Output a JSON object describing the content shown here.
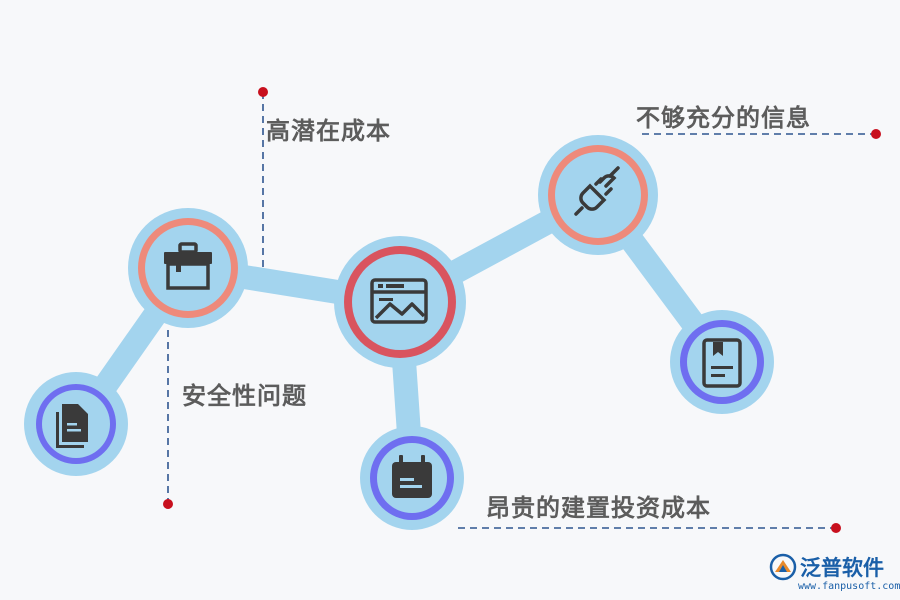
{
  "labels": {
    "high_potential_cost": "高潜在成本",
    "insufficient_info": "不够充分的信息",
    "safety_issue": "安全性问题",
    "expensive_build_cost": "昂贵的建置投资成本"
  },
  "logo": {
    "brand": "泛普软件",
    "url": "www.fanpusoft.com"
  },
  "colors": {
    "connector": "#a3d4ee",
    "ring_salmon": "#ee8a7b",
    "ring_red": "#d9545f",
    "ring_purple": "#6f6ef0",
    "icon_dark": "#3a3a3a",
    "leader_line": "#2f5690",
    "leader_dot": "#c8101e"
  },
  "icons": [
    "briefcase-icon",
    "plug-icon",
    "image-board-icon",
    "document-icon",
    "calendar-icon",
    "book-icon"
  ]
}
